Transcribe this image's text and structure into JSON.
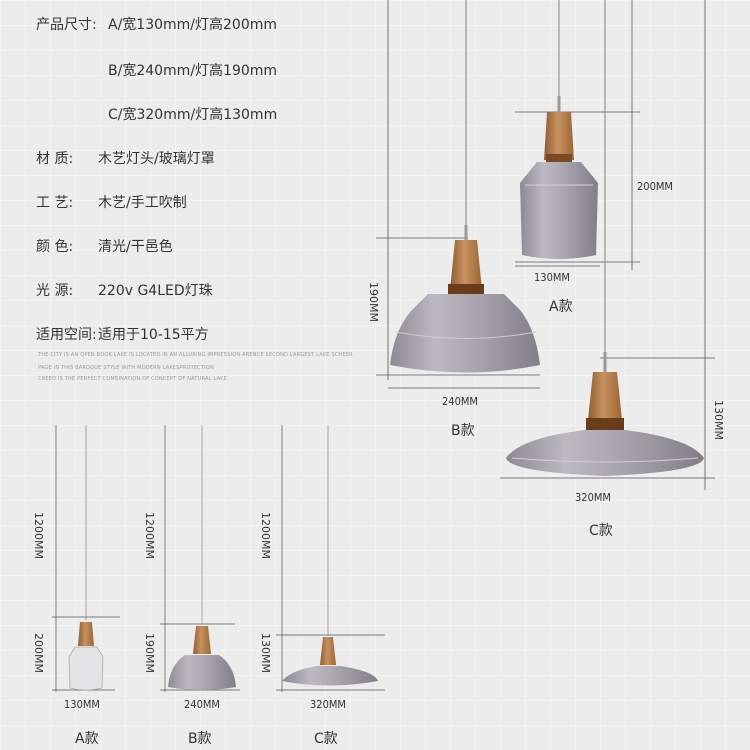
{
  "specs": {
    "size_label": "产品尺寸:",
    "size_a": "A/宽130mm/灯高200mm",
    "size_b": "B/宽240mm/灯高190mm",
    "size_c": "C/宽320mm/灯高130mm",
    "material_label": "材 质:",
    "material_value": "木艺灯头/玻璃灯罩",
    "craft_label": "工 艺:",
    "craft_value": "木艺/手工吹制",
    "color_label": "颜 色:",
    "color_value": "清光/干邑色",
    "light_label": "光 源:",
    "light_value": "220v G4LED灯珠",
    "space_label": "适用空间:",
    "space_value": "适用于10-15平方"
  },
  "fine_print": [
    "THE CITY IS AN OPEN BOOK LAKE IS LOCATED IN AN ALLURING IMPRESSION ARENCE SECOND LARGEST LAKE SCHEER",
    "PAGE IN THIS BAROQUE STYLE WITH MODERN LAKESPROTECTION",
    "CREED IS THE PERFECT COMBINATION OF CONCEPT OF NATURAL LAKE"
  ],
  "large": {
    "a": {
      "width": "130MM",
      "height": "200MM",
      "name": "A款"
    },
    "b": {
      "width": "240MM",
      "height": "190MM",
      "name": "B款"
    },
    "c": {
      "width": "320MM",
      "height": "130MM",
      "name": "C款"
    }
  },
  "small": {
    "a": {
      "cord": "1200MM",
      "height": "200MM",
      "width": "130MM",
      "name": "A款"
    },
    "b": {
      "cord": "1200MM",
      "height": "190MM",
      "width": "240MM",
      "name": "B款"
    },
    "c": {
      "cord": "1200MM",
      "height": "130MM",
      "width": "320MM",
      "name": "C款"
    }
  },
  "colors": {
    "wood": "#b07a45",
    "glass": "#8e8a94",
    "line": "#444444"
  }
}
